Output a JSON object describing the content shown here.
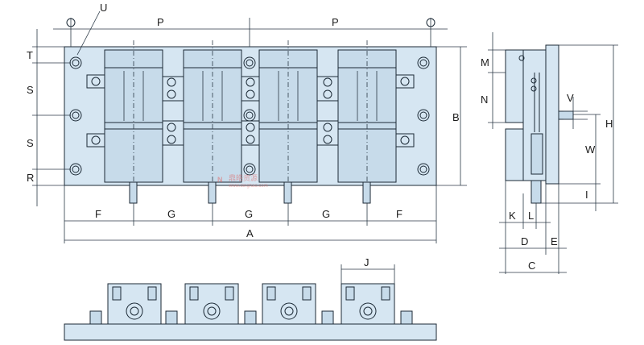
{
  "dimension_labels": {
    "U": "U",
    "P_left": "P",
    "P_right": "P",
    "T": "T",
    "S_top": "S",
    "S_bottom": "S",
    "R": "R",
    "B": "B",
    "F_left": "F",
    "G_1": "G",
    "G_2": "G",
    "G_3": "G",
    "F_right": "F",
    "A": "A",
    "M": "M",
    "N": "N",
    "V": "V",
    "H": "H",
    "W": "W",
    "I": "I",
    "K": "K",
    "L": "L",
    "D": "D",
    "E": "E",
    "C": "C",
    "J": "J"
  },
  "watermark": {
    "brand": "鼎皓资源",
    "url": "www.dinghao.com"
  },
  "colors": {
    "part_fill": "#d6e6f2",
    "outline": "#1c2a36",
    "watermark": "#e06a6a"
  }
}
